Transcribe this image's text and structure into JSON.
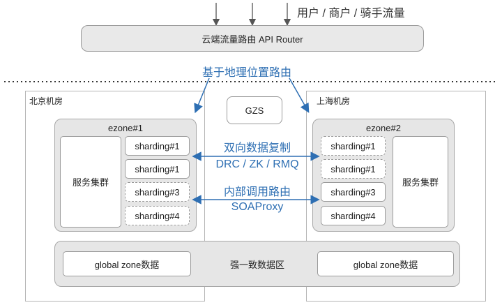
{
  "users_label": "用户 / 商户 / 骑手流量",
  "router_label": "云端流量路由 API Router",
  "geo_routing_label": "基于地理位置路由",
  "rooms": {
    "beijing": "北京机房",
    "shanghai": "上海机房"
  },
  "gzs_label": "GZS",
  "ezone1": {
    "title": "ezone#1",
    "service_cluster": "服务集群",
    "shards": [
      "sharding#1",
      "sharding#1",
      "sharding#3",
      "sharding#4"
    ]
  },
  "ezone2": {
    "title": "ezone#2",
    "service_cluster": "服务集群",
    "shards": [
      "sharding#1",
      "sharding#1",
      "sharding#3",
      "sharding#4"
    ]
  },
  "replication": {
    "title": "双向数据复制",
    "tech": "DRC / ZK / RMQ"
  },
  "internal_routing": {
    "title": "内部调用路由",
    "tech": "SOAProxy"
  },
  "global_zone": {
    "label": "强一致数据区",
    "left": "global zone数据",
    "right": "global zone数据"
  },
  "colors": {
    "accent": "#2e6fb3",
    "panel": "#e6e6e6",
    "border": "#9a9a9a"
  }
}
